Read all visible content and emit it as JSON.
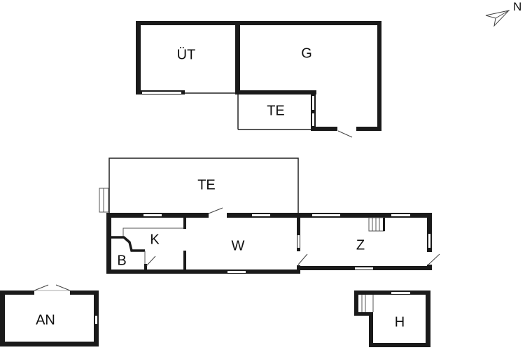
{
  "diagram": {
    "type": "floor_plan",
    "colors": {
      "wall": "#1a1a1a",
      "thin_line": "#222222",
      "background": "#ffffff",
      "window": "#ffffff"
    },
    "compass": {
      "label": "N",
      "icon": "north-arrow-icon"
    },
    "buildings": [
      {
        "name": "outbuilding",
        "rooms": [
          {
            "id": "ut",
            "label": "ÜT"
          },
          {
            "id": "g",
            "label": "G"
          },
          {
            "id": "te_small",
            "label": "TE"
          }
        ]
      },
      {
        "name": "main-house",
        "rooms": [
          {
            "id": "te_large",
            "label": "TE"
          },
          {
            "id": "k",
            "label": "K"
          },
          {
            "id": "b",
            "label": "B"
          },
          {
            "id": "w",
            "label": "W"
          },
          {
            "id": "z",
            "label": "Z"
          }
        ]
      },
      {
        "name": "annex",
        "rooms": [
          {
            "id": "an",
            "label": "AN"
          }
        ]
      },
      {
        "name": "hut",
        "rooms": [
          {
            "id": "h",
            "label": "H"
          }
        ]
      }
    ]
  }
}
